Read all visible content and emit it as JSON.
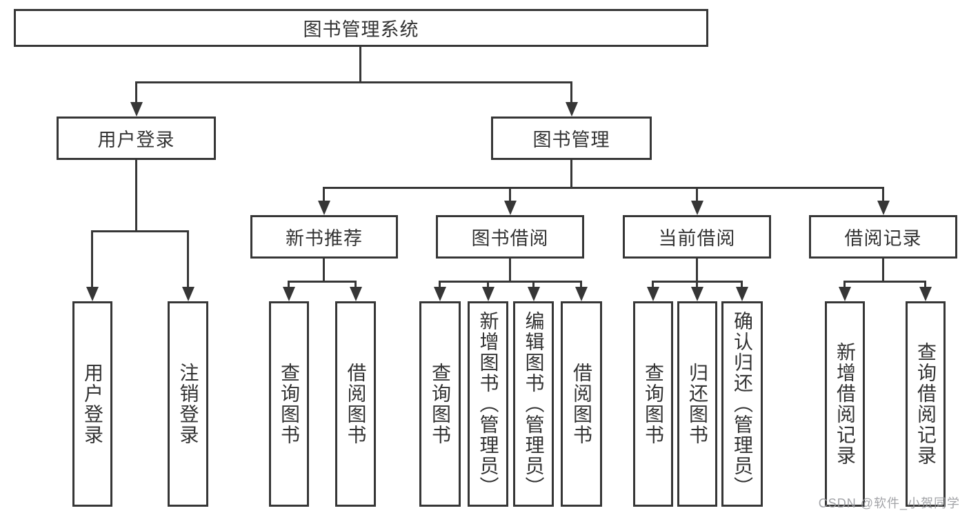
{
  "diagram": {
    "root": {
      "label": "图书管理系统"
    },
    "branches": [
      {
        "label": "用户登录",
        "children": [
          {
            "label": "用户登录"
          },
          {
            "label": "注销登录"
          }
        ]
      },
      {
        "label": "图书管理",
        "children": [
          {
            "label": "新书推荐",
            "children": [
              {
                "label": "查询图书"
              },
              {
                "label": "借阅图书"
              }
            ]
          },
          {
            "label": "图书借阅",
            "children": [
              {
                "label": "查询图书"
              },
              {
                "label": "新增图书（管理员）"
              },
              {
                "label": "编辑图书（管理员）"
              },
              {
                "label": "借阅图书"
              }
            ]
          },
          {
            "label": "当前借阅",
            "children": [
              {
                "label": "查询图书"
              },
              {
                "label": "归还图书"
              },
              {
                "label": "确认归还（管理员）"
              }
            ]
          },
          {
            "label": "借阅记录",
            "children": [
              {
                "label": "新增借阅记录"
              },
              {
                "label": "查询借阅记录"
              }
            ]
          }
        ]
      }
    ]
  },
  "watermark": {
    "text": "CSDN @软件_小贺同学"
  },
  "colors": {
    "line": "#363636",
    "text": "#333333",
    "watermark": "#9b9ca0",
    "background": "#ffffff"
  }
}
